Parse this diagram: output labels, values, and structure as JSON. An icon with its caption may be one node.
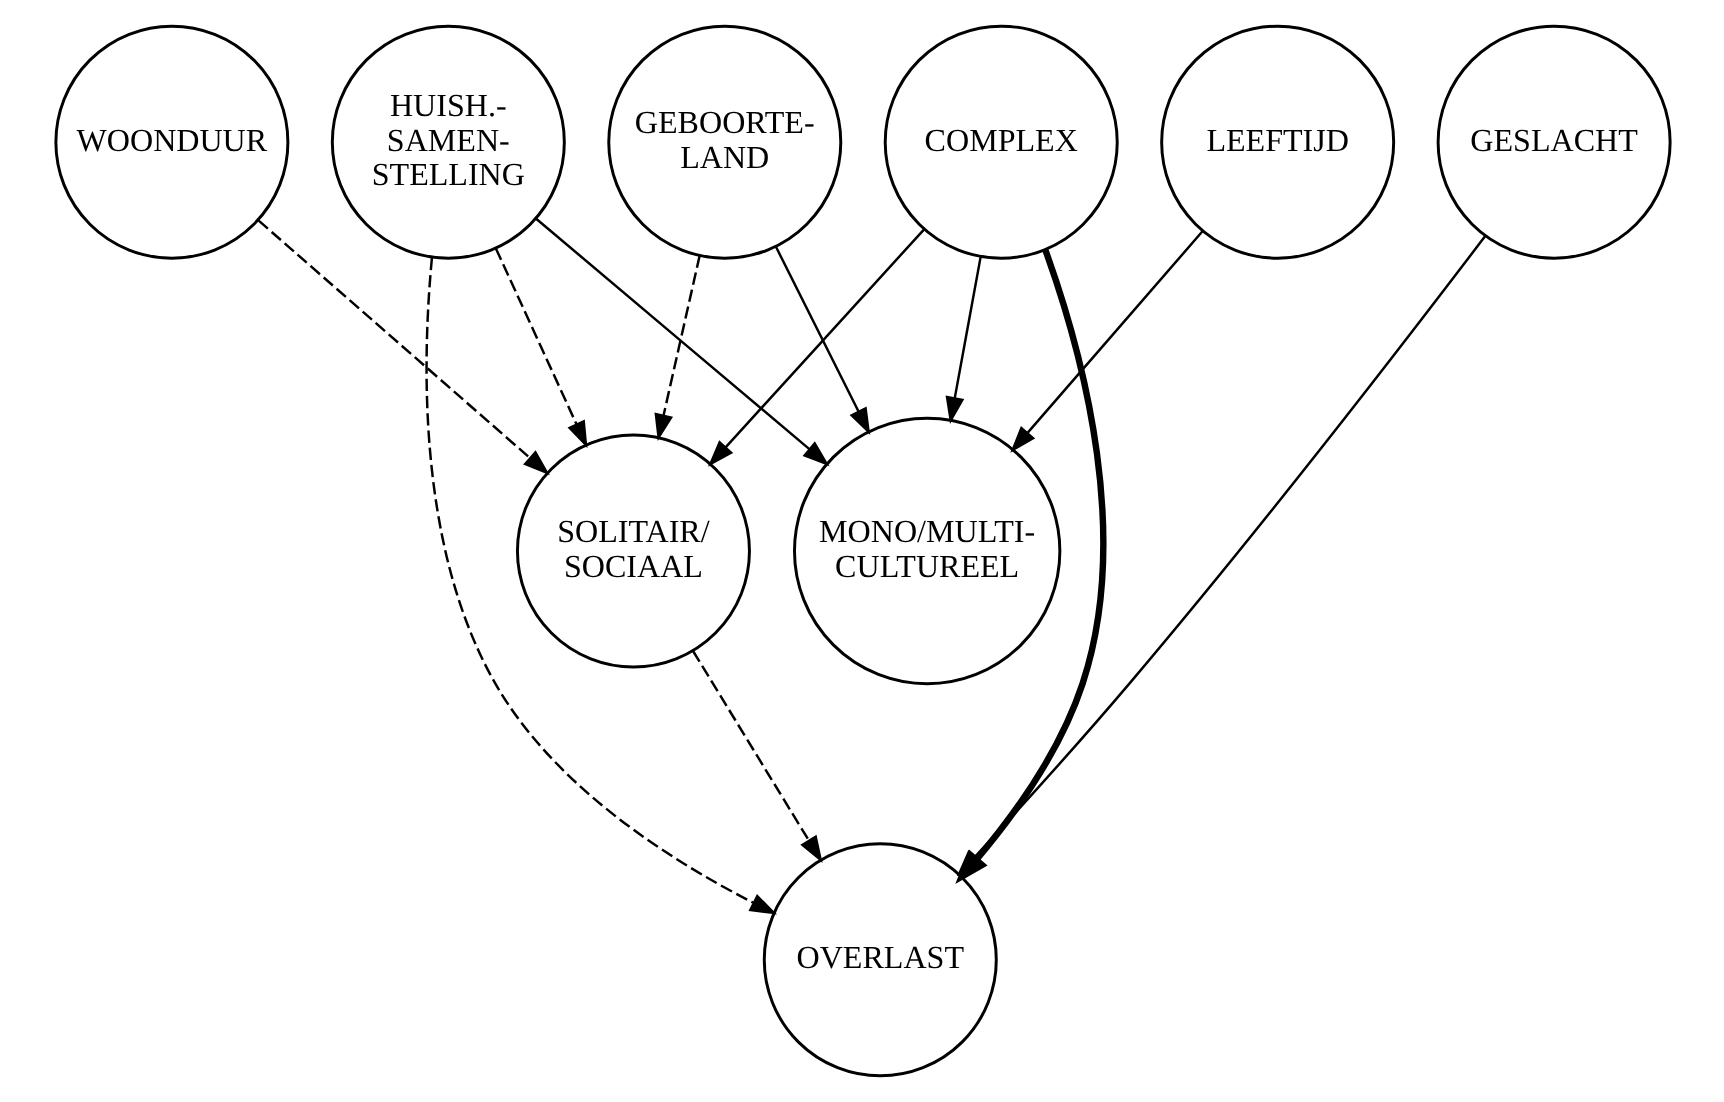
{
  "diagram": {
    "nodes": [
      {
        "text": [
          "GESLACHT"
        ]
      },
      {
        "text": [
          "WOONDUUR"
        ]
      },
      {
        "text": [
          "LEEFTIJD"
        ]
      },
      {
        "text": [
          "HUISH.- SAMEN- STELLING"
        ]
      },
      {
        "text": [
          "GEBOORTE- LAND"
        ]
      },
      {
        "text": [
          "COMPLEX"
        ]
      },
      {
        "text": [
          "MONO/MULTI- CULTUREEL"
        ]
      },
      {
        "text": [
          "SOLITAIR/ SOCIAAL"
        ]
      },
      {
        "text": [
          "OVERLAST"
        ]
      }
    ],
    "edges": [
      {
        "from": 0,
        "to": 8,
        "arrow": "to"
      },
      {
        "from": 1,
        "to": 7,
        "arrow": "to",
        "style": "dashed"
      },
      {
        "from": 2,
        "to": 6,
        "arrow": "to"
      },
      {
        "from": 3,
        "to": 6,
        "arrow": "to"
      },
      {
        "from": 3,
        "to": 8,
        "arrow": "to",
        "style": "dashed"
      },
      {
        "from": 3,
        "to": 7,
        "arrow": "to",
        "style": "dashed"
      },
      {
        "from": 4,
        "to": 6,
        "arrow": "to"
      },
      {
        "from": 4,
        "to": 7,
        "arrow": "to",
        "style": "dashed"
      },
      {
        "from": 5,
        "to": 6,
        "arrow": "to"
      },
      {
        "from": 5,
        "to": 7,
        "arrow": "to"
      },
      {
        "from": 5,
        "to": 8,
        "arrow": "to",
        "style": "thick"
      },
      {
        "from": 7,
        "to": 8,
        "arrow": "to",
        "style": "dashed"
      }
    ]
  }
}
